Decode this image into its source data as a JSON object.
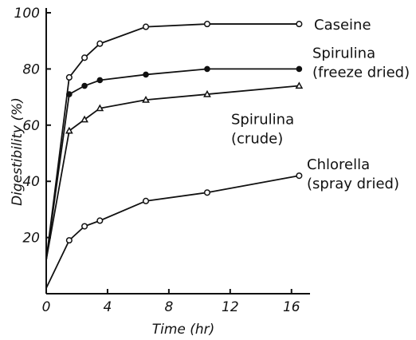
{
  "chart_data": {
    "type": "line",
    "title": "",
    "xlabel": "Time  (hr)",
    "ylabel": "Digestibility (%)",
    "xlim": [
      0,
      17
    ],
    "ylim": [
      0,
      100
    ],
    "xticks": [
      0,
      4,
      8,
      12,
      16
    ],
    "yticks": [
      20,
      40,
      60,
      80,
      100
    ],
    "grid": false,
    "series": [
      {
        "name": "Caseine",
        "label_lines": [
          "Caseine"
        ],
        "marker": "open-circle",
        "x": [
          0,
          1.5,
          2.5,
          3.5,
          6.5,
          10.5,
          16.5
        ],
        "y": [
          12,
          77,
          84,
          89,
          95,
          96,
          96
        ]
      },
      {
        "name": "Spirulina (freeze dried)",
        "label_lines": [
          "Spirulina",
          "(freeze dried)"
        ],
        "marker": "filled-circle",
        "x": [
          0,
          1.5,
          2.5,
          3.5,
          6.5,
          10.5,
          16.5
        ],
        "y": [
          12,
          71,
          74,
          76,
          78,
          80,
          80
        ]
      },
      {
        "name": "Spirulina (crude)",
        "label_lines": [
          "Spirulina",
          "(crude)"
        ],
        "marker": "open-triangle",
        "x": [
          0,
          1.5,
          2.5,
          3.5,
          6.5,
          10.5,
          16.5
        ],
        "y": [
          12,
          58,
          62,
          66,
          69,
          71,
          74
        ]
      },
      {
        "name": "Chlorella (spray dried)",
        "label_lines": [
          "Chlorella",
          "(spray dried)"
        ],
        "marker": "open-circle",
        "x": [
          0,
          1.5,
          2.5,
          3.5,
          6.5,
          10.5,
          16.5
        ],
        "y": [
          2,
          19,
          24,
          26,
          33,
          36,
          42
        ]
      }
    ]
  }
}
